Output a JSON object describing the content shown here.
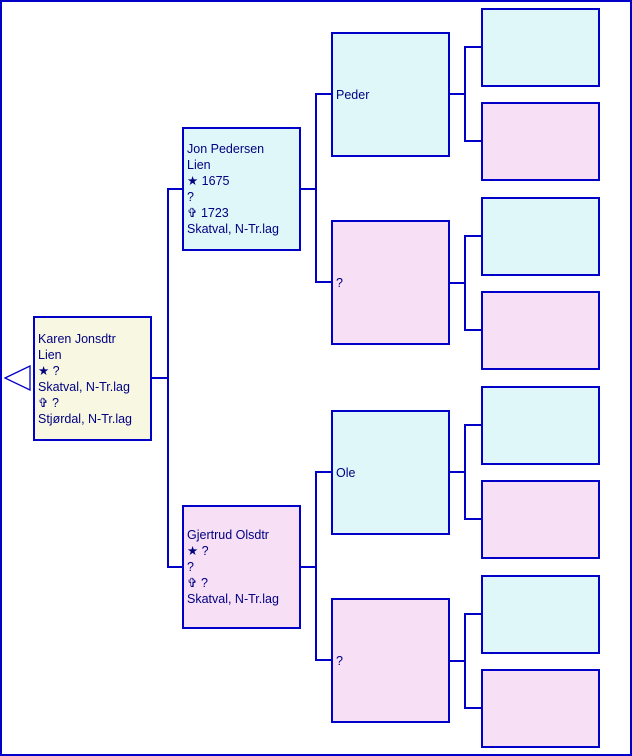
{
  "root": {
    "lines": [
      "Karen Jonsdtr",
      "Lien",
      "★ ?",
      "Skatval, N-Tr.lag",
      "✞ ?",
      "Stjørdal, N-Tr.lag"
    ]
  },
  "father": {
    "lines": [
      "Jon Pedersen",
      "Lien",
      "★ 1675",
      "?",
      "✞ 1723",
      "Skatval, N-Tr.lag"
    ]
  },
  "mother": {
    "lines": [
      "Gjertrud Olsdtr",
      "★ ?",
      "?",
      "✞ ?",
      "Skatval, N-Tr.lag"
    ]
  },
  "grandparents": [
    {
      "name": "Peder"
    },
    {
      "name": "?"
    },
    {
      "name": "Ole"
    },
    {
      "name": "?"
    }
  ],
  "colors": {
    "line": "#0000c8",
    "text": "#000080",
    "male": "#dff7f9",
    "female": "#f7dff6",
    "root": "#f7f7e2"
  }
}
